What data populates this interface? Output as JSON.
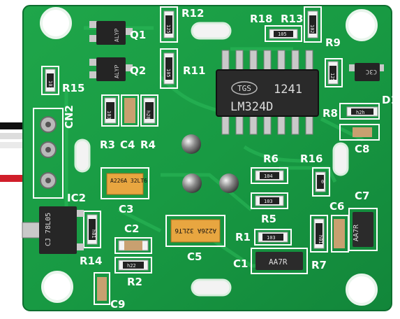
{
  "board": {
    "ic_brand": "TGS",
    "ic_code": "1241",
    "ic_part": "LM324D",
    "regulator_marking": "CJ 78L05"
  },
  "labels": {
    "r12": "R12",
    "r18": "R18",
    "r13": "R13",
    "q1": "Q1",
    "q2": "Q2",
    "r9": "R9",
    "r11": "R11",
    "r15": "R15",
    "d1": "D1",
    "cn2": "CN2",
    "r8": "R8",
    "r3": "R3",
    "c4": "C4",
    "r4": "R4",
    "c8": "C8",
    "r6": "R6",
    "r16": "R16",
    "ic2": "IC2",
    "c3": "C3",
    "c7": "C7",
    "c6": "C6",
    "r5": "R5",
    "c2": "C2",
    "r1": "R1",
    "c5": "C5",
    "c1": "C1",
    "r7": "R7",
    "r14": "R14",
    "r2": "R2",
    "c9": "C9"
  },
  "markings": {
    "r12": "125",
    "r11": "105",
    "r18": "105",
    "r13": "102",
    "r15": "101",
    "r9": "125",
    "q1": "ALYP",
    "q2": "ALYP",
    "d1": "C3C",
    "r3": "103",
    "c4": "",
    "r4": "h28",
    "r8": "h2h",
    "r6": "104",
    "r5": "103",
    "r16": "0",
    "c3": "A226A 32LT6",
    "c5": "A226A 32LT6",
    "r1": "103",
    "c1": "AA7R",
    "c7": "AA7R",
    "r7": "h01",
    "r14": "h01",
    "r2": "h22"
  }
}
